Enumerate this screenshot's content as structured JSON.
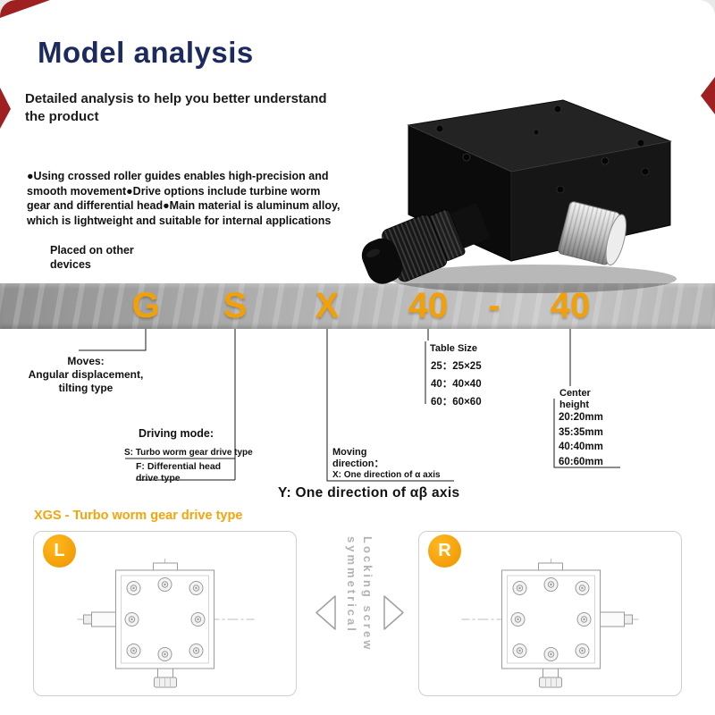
{
  "header": {
    "title": "Model analysis",
    "subtitle": "Detailed analysis to help you better understand\nthe product"
  },
  "intro": {
    "features": "●Using crossed roller guides enables high-precision and\nsmooth movement●Drive options include turbine worm\ngear and differential head●Main material is aluminum alloy,\nwhich is lightweight and suitable for internal applications",
    "placed_note": "Placed on other\ndevices"
  },
  "model_band": {
    "segments": [
      "G",
      "S",
      "X",
      "40",
      "-",
      "40"
    ]
  },
  "callouts": {
    "moves_title": "Moves:",
    "moves_body": "Angular displacement,\ntilting type",
    "driving_title": "Driving mode:",
    "driving_s": "S: Turbo worm gear drive type",
    "driving_f": "F: Differential head\ndrive type",
    "moving_title": "Moving\ndirection：",
    "moving_x": "X: One direction of α axis",
    "moving_y": "Y: One direction of αβ axis",
    "table_size_title": "Table Size",
    "table_size_rows": [
      "25：25×25",
      "40：40×40",
      "60：60×60"
    ],
    "center_height_title": "Center\nheight",
    "center_height_rows": [
      "20:20mm",
      "35:35mm",
      "40:40mm",
      "60:60mm"
    ]
  },
  "section": {
    "heading": "XGS - Turbo worm gear drive type",
    "left_badge": "L",
    "right_badge": "R",
    "between_note": "Locking screw\nsymmetrical"
  },
  "colors": {
    "accent_orange": "#F2A007",
    "title_navy": "#1D2A5E",
    "band_gray": "#A8A8A8",
    "decor_red": "#9E2020"
  }
}
